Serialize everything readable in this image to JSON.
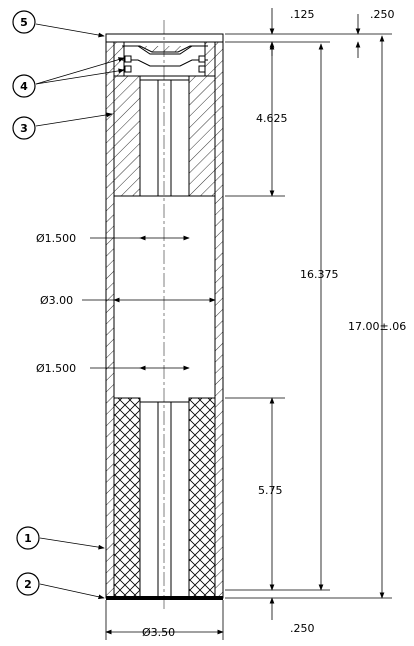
{
  "drawing": {
    "balloons": [
      "5",
      "4",
      "3",
      "1",
      "2"
    ],
    "dimensions": {
      "top_cap": ".125",
      "top_offset": ".250",
      "upper_length": "4.625",
      "inner_length": "16.375",
      "overall_length": "17.00±.06",
      "lower_length": "5.75",
      "bottom_offset": ".250",
      "bore_upper": "Ø1.500",
      "bore_main": "Ø3.00",
      "bore_lower": "Ø1.500",
      "outer_diameter": "Ø3.50"
    }
  }
}
